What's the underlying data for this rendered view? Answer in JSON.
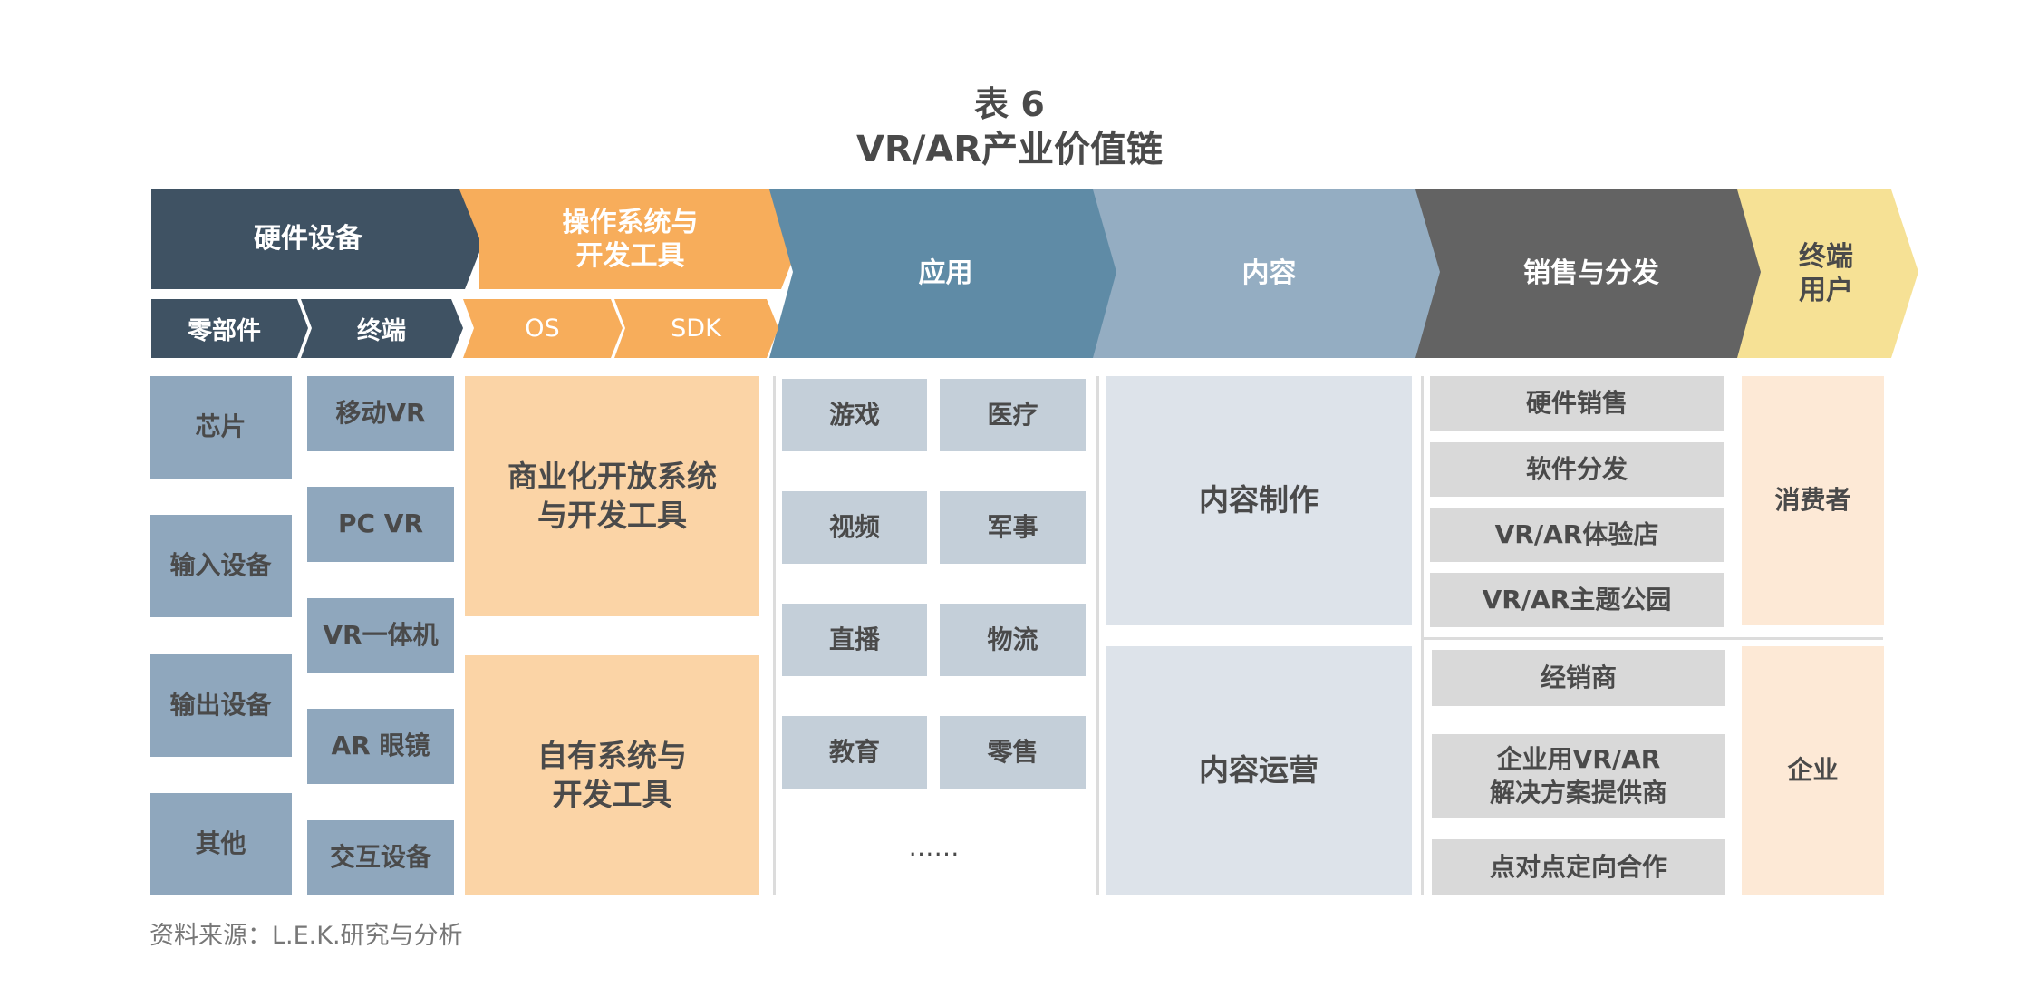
{
  "title": {
    "line1": "表 6",
    "line2": "VR/AR产业价值链"
  },
  "header": {
    "hardware": "硬件设备",
    "os_tools": "操作系统与\n开发工具",
    "apps": "应用",
    "content": "内容",
    "sales": "销售与分发",
    "end_users": "终端\n用户",
    "components": "零部件",
    "terminals": "终端",
    "os": "OS",
    "sdk": "SDK"
  },
  "components": [
    "芯片",
    "输入设备",
    "输出设备",
    "其他"
  ],
  "terminals": [
    "移动VR",
    "PC VR",
    "VR一体机",
    "AR 眼镜",
    "交互设备"
  ],
  "systems": [
    "商业化开放系统\n与开发工具",
    "自有系统与\n开发工具"
  ],
  "applications": [
    "游戏",
    "医疗",
    "视频",
    "军事",
    "直播",
    "物流",
    "教育",
    "零售"
  ],
  "applications_more": "……",
  "content_items": [
    "内容制作",
    "内容运营"
  ],
  "sales_items": [
    "硬件销售",
    "软件分发",
    "VR/AR体验店",
    "VR/AR主题公园",
    "经销商",
    "企业用VR/AR\n解决方案提供商",
    "点对点定向合作"
  ],
  "end_user_items": [
    "消费者",
    "企业"
  ],
  "source": "资料来源：L.E.K.研究与分析",
  "colors": {
    "hardware": "#3f5263",
    "os_tools": "#f7ad5b",
    "apps": "#5f8ba6",
    "content": "#94adc2",
    "sales": "#636363",
    "end_users": "#f6e195"
  }
}
